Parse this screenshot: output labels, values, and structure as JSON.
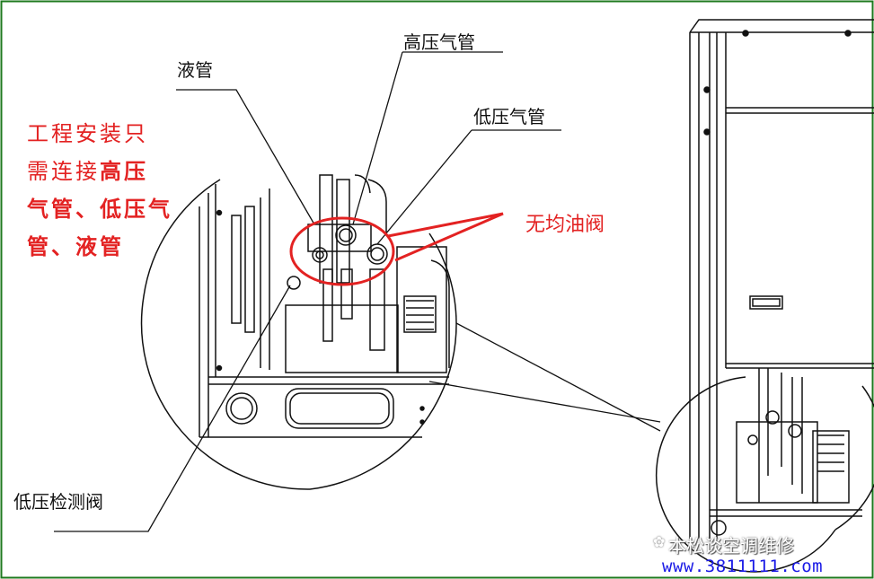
{
  "labels": {
    "liquid_pipe": "液管",
    "high_pressure_gas_pipe": "高压气管",
    "low_pressure_gas_pipe": "低压气管",
    "no_oil_balance_valve": "无均油阀",
    "low_pressure_check_valve": "低压检测阀"
  },
  "note": {
    "line1": "工程安装只",
    "line2_normal": "需连接",
    "line2_bold": "高压",
    "line3": "气管、低压气",
    "line4": "管、液管"
  },
  "watermark": {
    "icon": "wechat-icon",
    "text": "本松谈空调维修",
    "url": "www.3811111.com"
  },
  "colors": {
    "annotation_red": "#e32222",
    "line": "#111111",
    "url_blue": "#1a1ae6",
    "frame_green": "#1f7a1f"
  }
}
